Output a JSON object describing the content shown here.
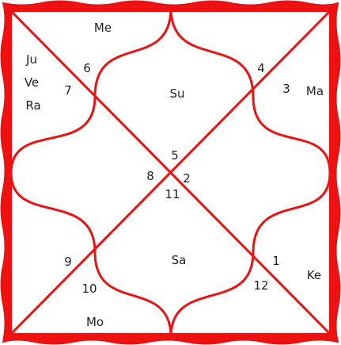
{
  "colors": {
    "border": "#ee1111",
    "lines": "#ee1111",
    "text": "#222222",
    "watermark": "#f3e4e4"
  },
  "houses": {
    "h1": "1",
    "h2": "2",
    "h3": "3",
    "h4": "4",
    "h5": "5",
    "h6": "6",
    "h7": "7",
    "h8": "8",
    "h9": "9",
    "h10": "10",
    "h11": "11",
    "h12": "12"
  },
  "planets": {
    "me": "Me",
    "ju": "Ju",
    "ve": "Ve",
    "ra": "Ra",
    "su": "Su",
    "ma": "Ma",
    "sa": "Sa",
    "ke": "Ke",
    "mo": "Mo"
  }
}
